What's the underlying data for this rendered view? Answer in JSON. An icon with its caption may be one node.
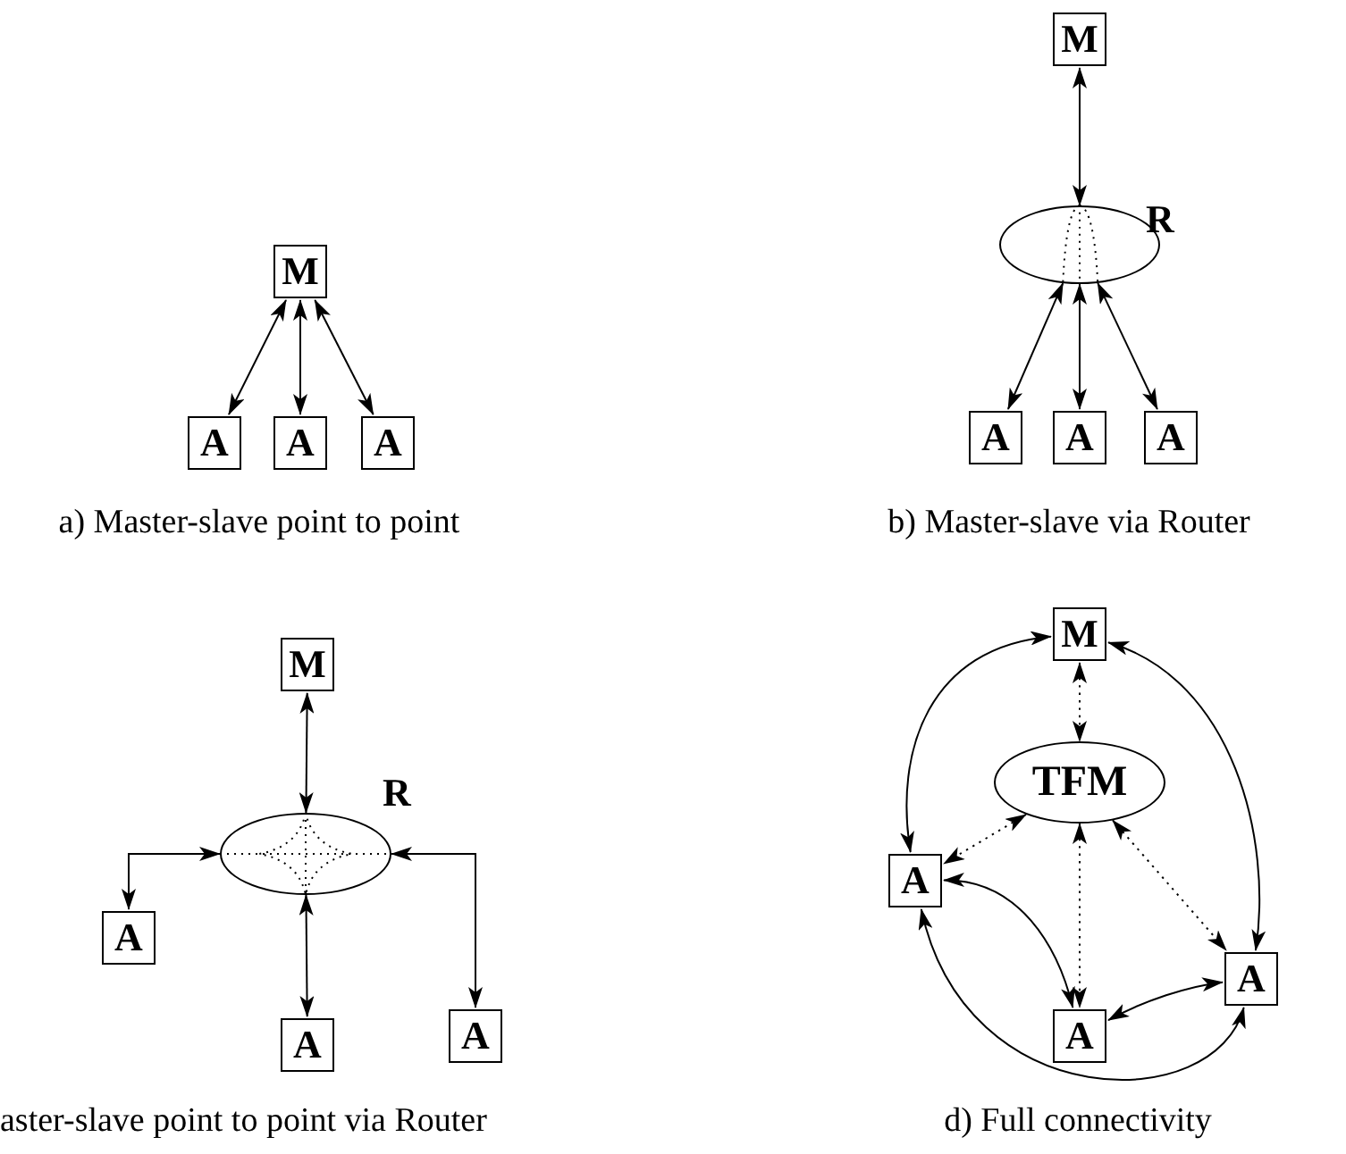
{
  "diagram": {
    "nodes": [
      {
        "text": [
          "M"
        ]
      },
      {
        "text": [
          "A"
        ]
      },
      {
        "text": [
          "A"
        ]
      },
      {
        "text": [
          "A"
        ]
      },
      {
        "text": [
          "M"
        ]
      },
      {
        "text": [],
        "shape": "ellipse",
        "beside": [
          "R"
        ]
      },
      {
        "text": [
          "A"
        ]
      },
      {
        "text": [
          "A"
        ]
      },
      {
        "text": [
          "A"
        ]
      },
      {
        "text": [
          "M"
        ]
      },
      {
        "text": [],
        "shape": "ellipse",
        "beside": [
          "R"
        ]
      },
      {
        "text": [
          "A"
        ]
      },
      {
        "text": [
          "A"
        ]
      },
      {
        "text": [
          "A"
        ]
      },
      {
        "text": [
          "M"
        ]
      },
      {
        "text": [
          "TFM"
        ]
      },
      {
        "text": [
          "A"
        ]
      },
      {
        "text": [
          "A"
        ]
      },
      {
        "text": [
          "A"
        ]
      }
    ],
    "edges": [
      {
        "from": 0,
        "to": 1,
        "arrow": "both"
      },
      {
        "from": 0,
        "to": 2,
        "arrow": "both"
      },
      {
        "from": 0,
        "to": 3,
        "arrow": "both"
      },
      {
        "from": 4,
        "to": 5,
        "arrow": "both"
      },
      {
        "from": 5,
        "to": 6,
        "arrow": "both"
      },
      {
        "from": 5,
        "to": 7,
        "arrow": "both"
      },
      {
        "from": 5,
        "to": 8,
        "arrow": "both"
      },
      {
        "from": 9,
        "to": 10,
        "arrow": "both"
      },
      {
        "from": 10,
        "to": 11,
        "arrow": "both"
      },
      {
        "from": 10,
        "to": 12,
        "arrow": "both"
      },
      {
        "from": 10,
        "to": 13,
        "arrow": "both"
      },
      {
        "from": 14,
        "to": 15,
        "arrow": "both",
        "style": "dashed"
      },
      {
        "from": 15,
        "to": 16,
        "arrow": "both",
        "style": "dashed"
      },
      {
        "from": 15,
        "to": 17,
        "arrow": "both",
        "style": "dashed"
      },
      {
        "from": 15,
        "to": 18,
        "arrow": "both",
        "style": "dashed"
      },
      {
        "from": 14,
        "to": 16,
        "arrow": "both"
      },
      {
        "from": 14,
        "to": 18,
        "arrow": "both"
      },
      {
        "from": 16,
        "to": 17,
        "arrow": "both"
      },
      {
        "from": 17,
        "to": 18,
        "arrow": "both"
      },
      {
        "from": 16,
        "to": 18,
        "arrow": "both"
      }
    ],
    "labels": [
      "a) Master-slave point to point",
      "b) Master-slave via Router",
      "aster-slave point to point via Router",
      "d) Full connectivity"
    ]
  }
}
